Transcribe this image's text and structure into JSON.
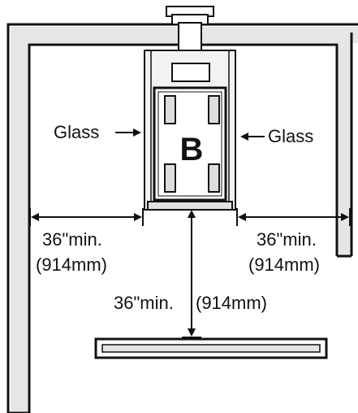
{
  "labels": {
    "glass_left": "Glass",
    "glass_right": "Glass",
    "unit_letter": "B",
    "left_clearance": "36\"min.",
    "left_clearance_metric": "(914mm)",
    "right_clearance": "36\"min.",
    "right_clearance_metric": "(914mm)",
    "front_clearance": "36\"min.",
    "front_clearance_metric": "(914mm)"
  },
  "colors": {
    "ink": "#111111",
    "wall_fill": "#e6e6e6",
    "unit_fill": "#f2f2f2"
  }
}
